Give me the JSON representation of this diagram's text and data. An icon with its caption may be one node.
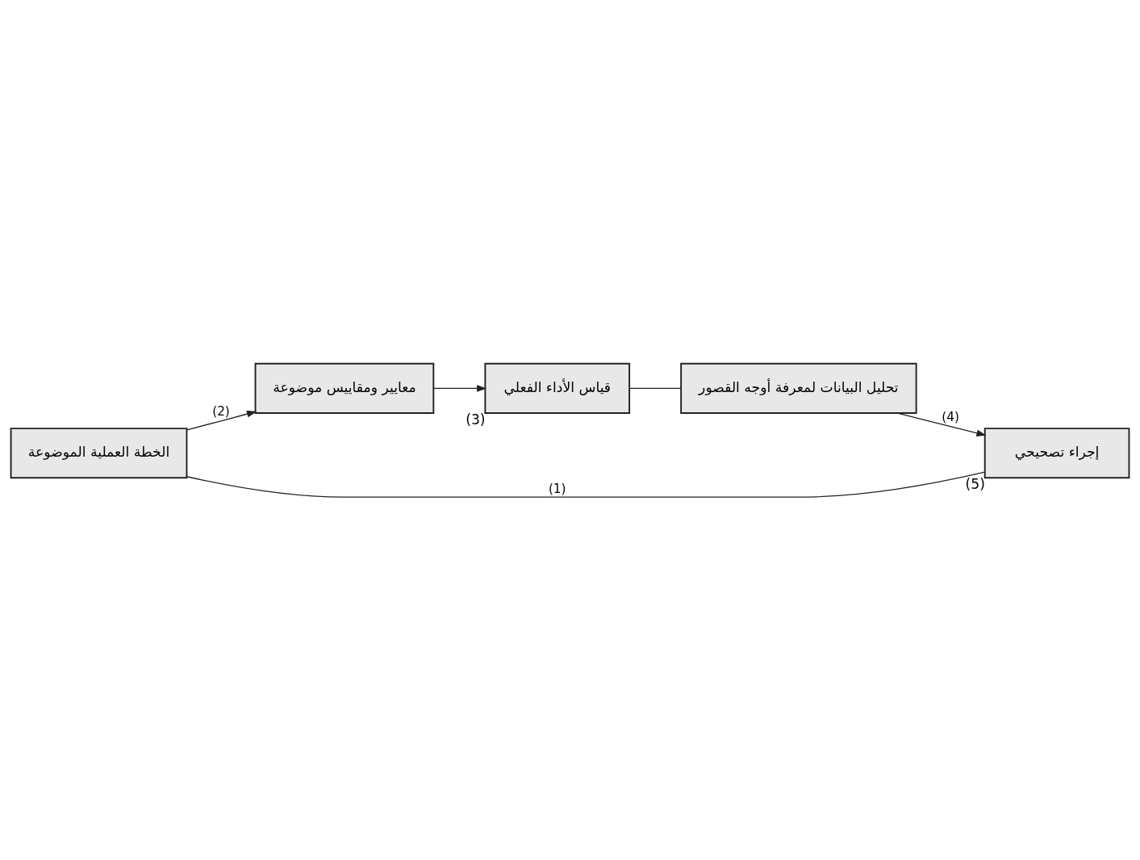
{
  "diagram": {
    "nodes": [
      {
        "text": [
          "الخطة العملية الموضوعة"
        ]
      },
      {
        "text": [
          "معايير ومقاييس موضوعة"
        ]
      },
      {
        "text": [
          "قياس الأداء الفعلي"
        ],
        "beside": [
          "(3)"
        ]
      },
      {
        "text": [
          "تحليل البيانات لمعرفة أوجه القصور"
        ]
      },
      {
        "text": [
          "إجراء تصحيحي"
        ],
        "beside": [
          "(5)"
        ]
      }
    ],
    "edges": [
      {
        "from": 0,
        "to": 1,
        "arrow": "to",
        "label": "(2)"
      },
      {
        "from": 1,
        "to": 2,
        "arrow": "to"
      },
      {
        "from": 2,
        "to": 3,
        "arrow": "none"
      },
      {
        "from": 3,
        "to": 4,
        "arrow": "to",
        "label": "(4)"
      },
      {
        "from": 4,
        "to": 0,
        "arrow": "none",
        "label": "(1)"
      }
    ]
  }
}
